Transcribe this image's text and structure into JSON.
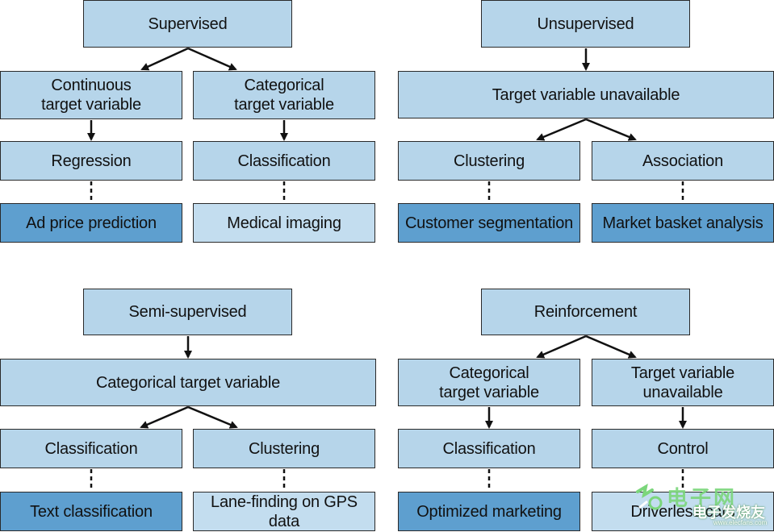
{
  "supervised": {
    "title": "Supervised",
    "continuous": "Continuous\ntarget variable",
    "categorical": "Categorical\ntarget variable",
    "regression": "Regression",
    "classification": "Classification",
    "ex_regression": "Ad price prediction",
    "ex_classification": "Medical imaging"
  },
  "unsupervised": {
    "title": "Unsupervised",
    "target": "Target variable unavailable",
    "clustering": "Clustering",
    "association": "Association",
    "ex_clustering": "Customer segmentation",
    "ex_association": "Market basket analysis"
  },
  "semi": {
    "title": "Semi-supervised",
    "target": "Categorical target variable",
    "classification": "Classification",
    "clustering": "Clustering",
    "ex_classification": "Text classification",
    "ex_clustering": "Lane-finding on GPS data"
  },
  "reinforcement": {
    "title": "Reinforcement",
    "categorical": "Categorical\ntarget variable",
    "unavailable": "Target variable\nunavailable",
    "classification": "Classification",
    "control": "Control",
    "ex_classification": "Optimized marketing",
    "ex_control": "Driverless cars"
  },
  "watermark": {
    "cn_title": "电子发烧友",
    "url": "www.elecfans.com"
  },
  "colors": {
    "box_fill": "#b6d5ea",
    "example_fill": "#5e9fcf",
    "pale_example_fill": "#c3ddef",
    "border": "#2a2a2a"
  }
}
